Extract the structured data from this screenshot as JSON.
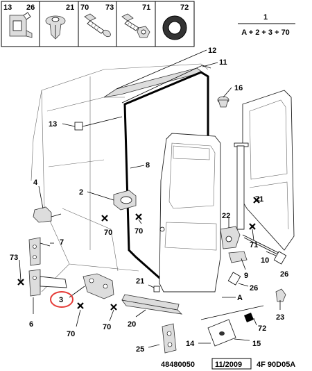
{
  "header_boxes": [
    {
      "labels": [
        "13",
        "26"
      ],
      "icon": "clip-fastener"
    },
    {
      "labels": [
        "21"
      ],
      "icon": "push-rivet"
    },
    {
      "labels": [
        "70",
        "73"
      ],
      "icon": "bolt-with-washer"
    },
    {
      "labels": [
        "71"
      ],
      "icon": "screw-and-nut"
    },
    {
      "labels": [
        "72"
      ],
      "icon": "grommet"
    }
  ],
  "formula": {
    "key": "1",
    "expression": "A + 2 + 3 + 70"
  },
  "callouts": {
    "c12": "12",
    "c11": "11",
    "c16": "16",
    "c13": "13",
    "c8": "8",
    "c4": "4",
    "c2": "2",
    "c70a": "70",
    "c71a": "71",
    "c22": "22",
    "c9": "9",
    "c71b": "71",
    "c10": "10",
    "c26a": "26",
    "c7": "7",
    "c73": "73",
    "c6": "6",
    "c3": "3",
    "c70b": "70",
    "c70c": "70",
    "c20": "20",
    "c21": "21",
    "c26b": "26",
    "cA": "A",
    "c23": "23",
    "c72": "72",
    "c25": "25",
    "c14": "14",
    "c15": "15",
    "c70d": "70"
  },
  "highlighted_callout": "3",
  "highlight_color": "#e53935",
  "footer": {
    "part_number": "48480050",
    "date": "11/2009",
    "code": "4F 90D05A"
  }
}
